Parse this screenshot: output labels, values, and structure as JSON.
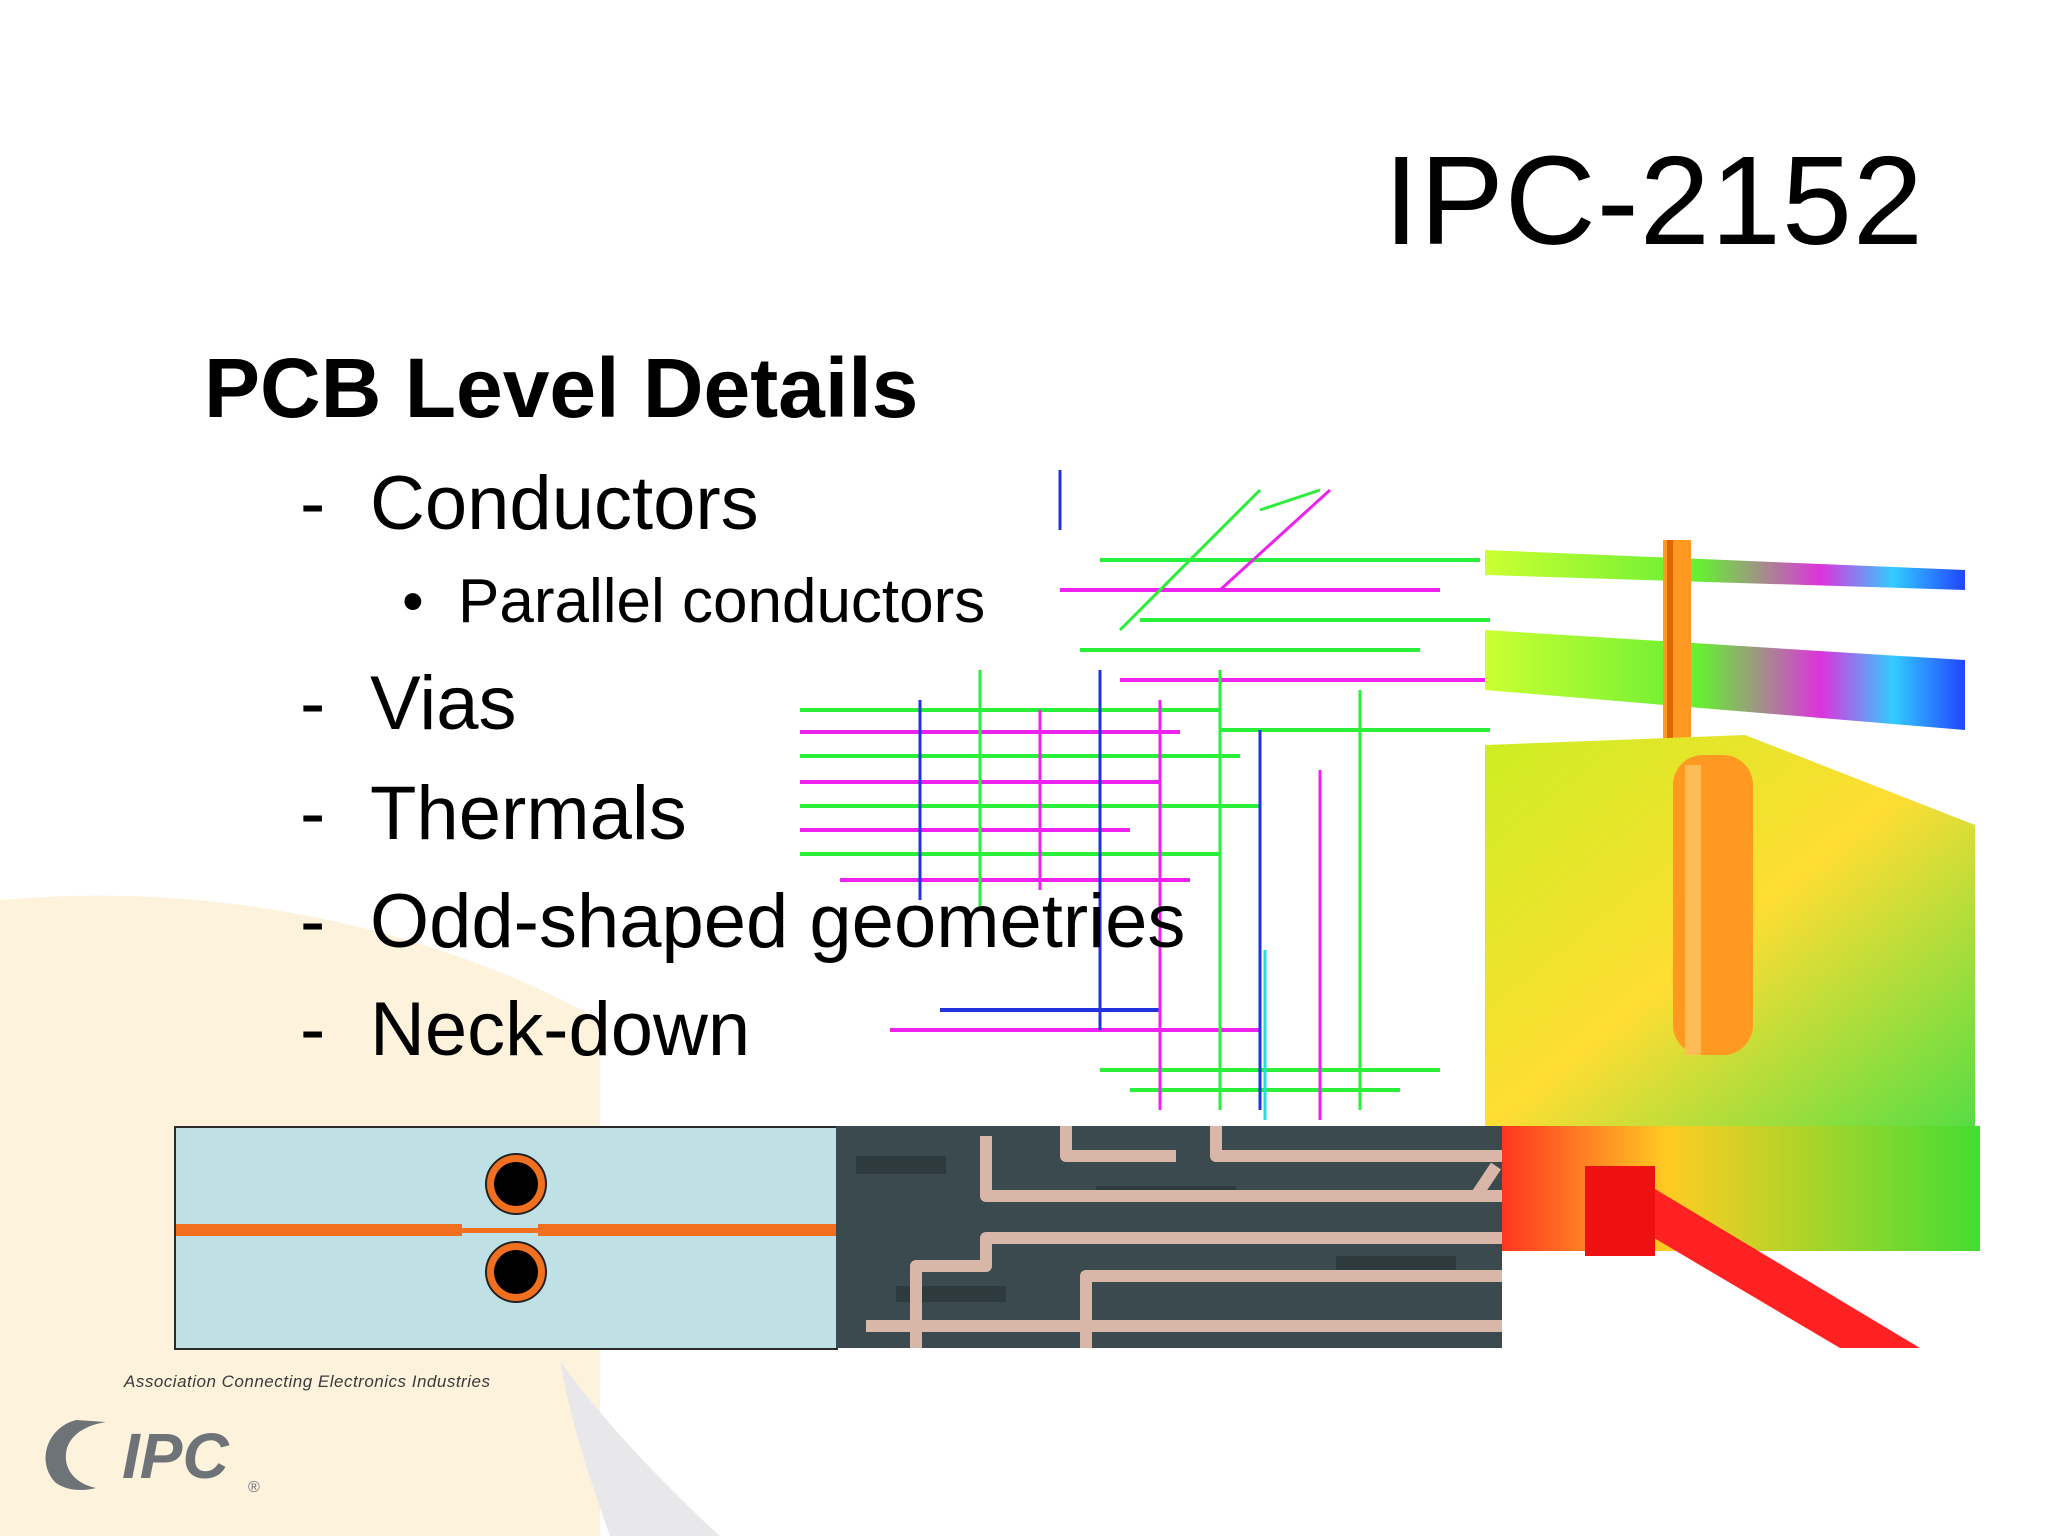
{
  "slide": {
    "title": "IPC-2152",
    "heading": "PCB Level Details",
    "bullets": [
      {
        "marker": "-",
        "text": "Conductors"
      },
      {
        "marker": "•",
        "text": "Parallel conductors"
      },
      {
        "marker": "-",
        "text": "Vias"
      },
      {
        "marker": "-",
        "text": "Thermals"
      },
      {
        "marker": "-",
        "text": "Odd-shaped geometries"
      },
      {
        "marker": "-",
        "text": "Neck-down"
      }
    ]
  },
  "footer": {
    "association_text": "Association Connecting Electronics Industries",
    "logo_text": "IPC",
    "logo_mark": "®"
  },
  "colors": {
    "trace_orange": "#f07020",
    "board_blue": "#bfe0e4",
    "swoosh_yellow": "#fdf1d8",
    "logo_gray": "#6e7378"
  }
}
